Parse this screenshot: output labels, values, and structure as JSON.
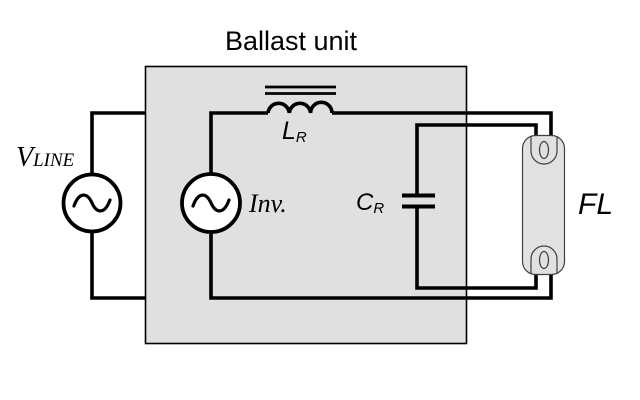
{
  "title": "Ballast unit",
  "labels": {
    "vline_main": "V",
    "vline_sub": "LINE",
    "inverter": "Inv.",
    "inductor_main": "L",
    "inductor_sub": "R",
    "capacitor_main": "C",
    "capacitor_sub": "R",
    "lamp": "FL"
  },
  "colors": {
    "background": "#ffffff",
    "box_fill": "#e0e0e0",
    "box_border": "#000000",
    "lamp_fill": "#e1e1e1",
    "lamp_stroke": "#3f3f3f",
    "wire": "#000000",
    "text": "#000000"
  }
}
